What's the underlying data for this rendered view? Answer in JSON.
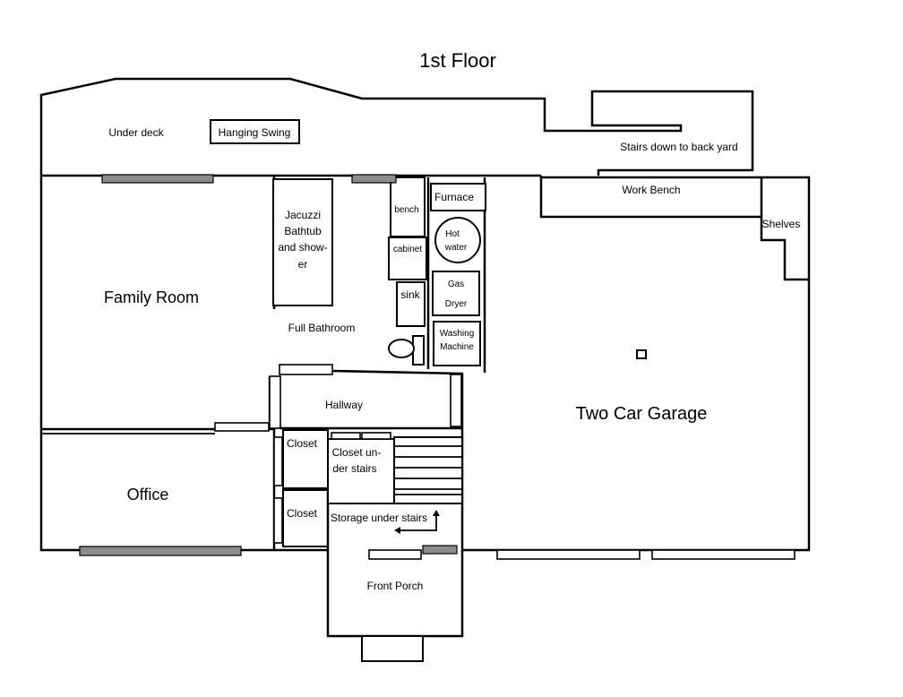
{
  "title": "1st Floor",
  "rooms": {
    "family_room": "Family Room",
    "office": "Office",
    "garage": "Two Car Garage",
    "full_bathroom": "Full Bathroom",
    "hallway": "Hallway",
    "closet_1": "Closet",
    "closet_2": "Closet",
    "closet_under_stairs_1": "Closet un-",
    "closet_under_stairs_2": "der stairs",
    "storage_under_stairs": "Storage under stairs",
    "front_porch": "Front Porch",
    "under_deck": "Under deck",
    "stairs_back_yard": "Stairs down to back yard"
  },
  "fixtures": {
    "hanging_swing": "Hanging Swing",
    "jacuzzi_1": "Jacuzzi",
    "jacuzzi_2": "Bathtub",
    "jacuzzi_3": "and show-",
    "jacuzzi_4": "er",
    "bench": "bench",
    "cabinet": "cabinet",
    "sink": "sink",
    "furnace": "Furnace",
    "hot_water_1": "Hot",
    "hot_water_2": "water",
    "gas_dryer_1": "Gas",
    "gas_dryer_2": "Dryer",
    "washing_machine_1": "Washing",
    "washing_machine_2": "Machine",
    "work_bench": "Work Bench",
    "shelves": "Shelves"
  }
}
